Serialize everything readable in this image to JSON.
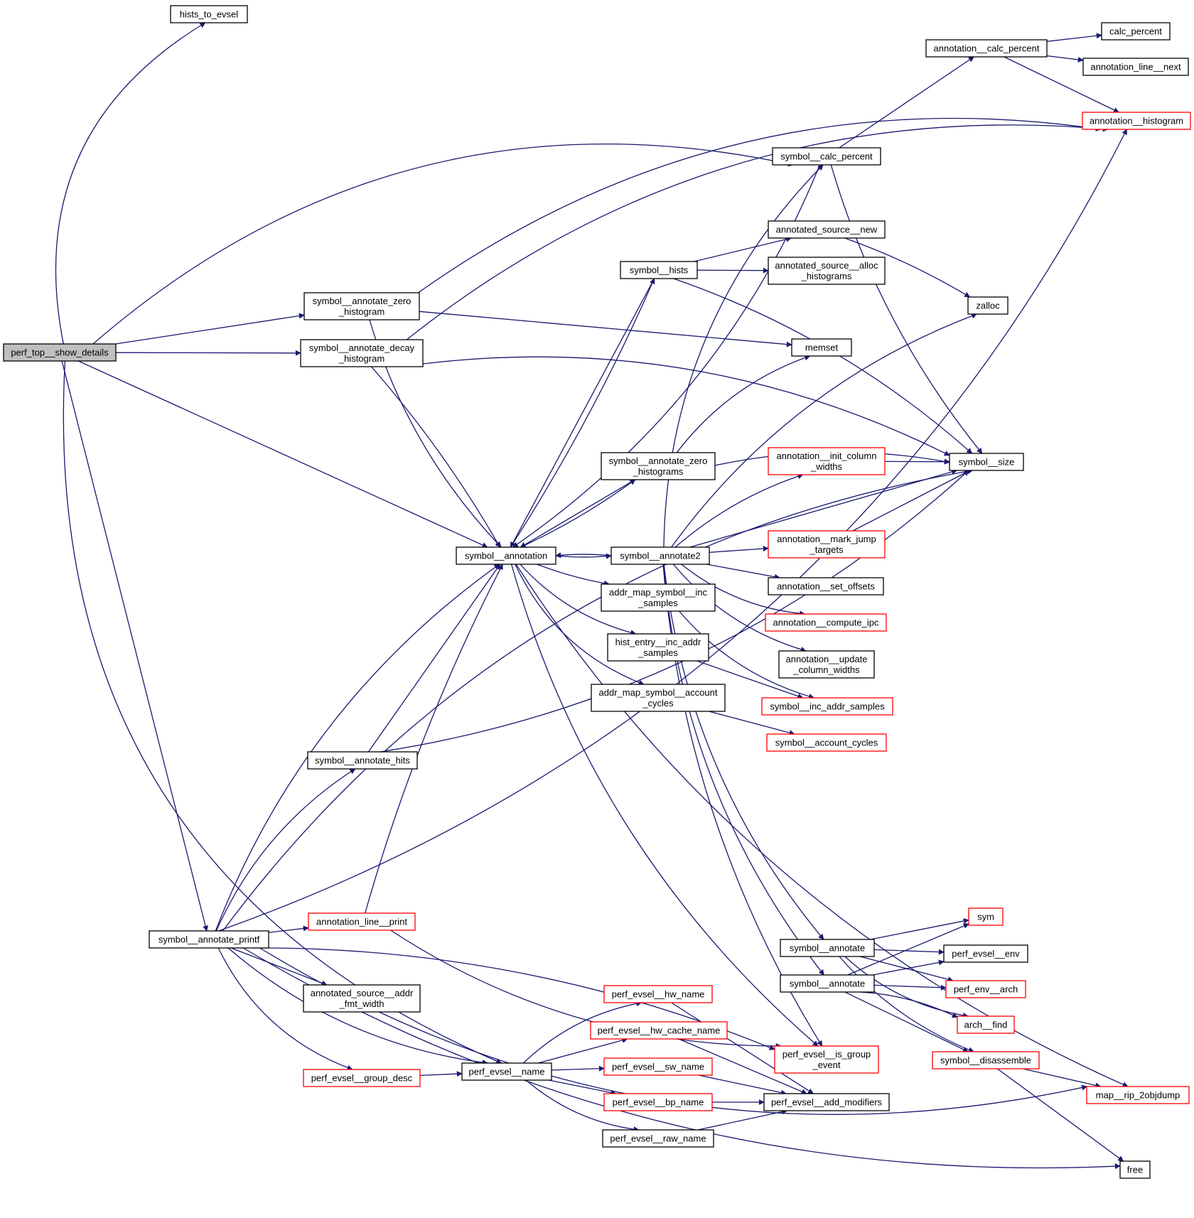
{
  "diagram": {
    "title": "Call graph for perf_top__show_details",
    "colors": {
      "edge": "#191970",
      "node_border": "#000000",
      "truncated_border": "#ff0000",
      "focus_fill": "#bfbfbf",
      "background": "#ffffff"
    },
    "nodes": [
      {
        "id": "perf_top",
        "lines": [
          "perf_top__show_details"
        ],
        "style": "focus"
      },
      {
        "id": "hists_to_evsel",
        "lines": [
          "hists_to_evsel"
        ],
        "style": "normal"
      },
      {
        "id": "sym_ann_zero_hist",
        "lines": [
          "symbol__annotate_zero",
          "_histogram"
        ],
        "style": "normal"
      },
      {
        "id": "sym_ann_decay_hist",
        "lines": [
          "symbol__annotate_decay",
          "_histogram"
        ],
        "style": "normal"
      },
      {
        "id": "symbol_annotation",
        "lines": [
          "symbol__annotation"
        ],
        "style": "normal"
      },
      {
        "id": "symbol_annotate_hits",
        "lines": [
          "symbol__annotate_hits"
        ],
        "style": "normal"
      },
      {
        "id": "symbol_annotate_printf",
        "lines": [
          "symbol__annotate_printf"
        ],
        "style": "normal"
      },
      {
        "id": "annotation_line_print",
        "lines": [
          "annotation_line__print"
        ],
        "style": "truncated"
      },
      {
        "id": "annotated_source_addr",
        "lines": [
          "annotated_source__addr",
          "_fmt_width"
        ],
        "style": "normal"
      },
      {
        "id": "perf_evsel_group_desc",
        "lines": [
          "perf_evsel__group_desc"
        ],
        "style": "truncated"
      },
      {
        "id": "perf_evsel_name",
        "lines": [
          "perf_evsel__name"
        ],
        "style": "normal"
      },
      {
        "id": "symbol_hists",
        "lines": [
          "symbol__hists"
        ],
        "style": "normal"
      },
      {
        "id": "symbol_calc_percent",
        "lines": [
          "symbol__calc_percent"
        ],
        "style": "normal"
      },
      {
        "id": "annotation_calc_percent",
        "lines": [
          "annotation__calc_percent"
        ],
        "style": "normal"
      },
      {
        "id": "calc_percent",
        "lines": [
          "calc_percent"
        ],
        "style": "normal"
      },
      {
        "id": "annotation_line_next",
        "lines": [
          "annotation_line__next"
        ],
        "style": "normal"
      },
      {
        "id": "annotation_histogram",
        "lines": [
          "annotation__histogram"
        ],
        "style": "truncated"
      },
      {
        "id": "annotated_source_new",
        "lines": [
          "annotated_source__new"
        ],
        "style": "normal"
      },
      {
        "id": "annotated_source_alloc",
        "lines": [
          "annotated_source__alloc",
          "_histograms"
        ],
        "style": "normal"
      },
      {
        "id": "zalloc",
        "lines": [
          "zalloc"
        ],
        "style": "normal"
      },
      {
        "id": "memset",
        "lines": [
          "memset"
        ],
        "style": "normal"
      },
      {
        "id": "sym_ann_zero_hists",
        "lines": [
          "symbol__annotate_zero",
          "_histograms"
        ],
        "style": "normal"
      },
      {
        "id": "annotation_init_column",
        "lines": [
          "annotation__init_column",
          "_widths"
        ],
        "style": "truncated"
      },
      {
        "id": "symbol_size",
        "lines": [
          "symbol__size"
        ],
        "style": "normal"
      },
      {
        "id": "symbol_annotate2",
        "lines": [
          "symbol__annotate2"
        ],
        "style": "normal"
      },
      {
        "id": "annotation_mark_jump",
        "lines": [
          "annotation__mark_jump",
          "_targets"
        ],
        "style": "truncated"
      },
      {
        "id": "annotation_set_offsets",
        "lines": [
          "annotation__set_offsets"
        ],
        "style": "normal"
      },
      {
        "id": "annotation_compute_ipc",
        "lines": [
          "annotation__compute_ipc"
        ],
        "style": "truncated"
      },
      {
        "id": "annotation_update_column",
        "lines": [
          "annotation__update",
          "_column_widths"
        ],
        "style": "normal"
      },
      {
        "id": "addr_map_symbol_inc",
        "lines": [
          "addr_map_symbol__inc",
          "_samples"
        ],
        "style": "normal"
      },
      {
        "id": "hist_entry_inc_addr",
        "lines": [
          "hist_entry__inc_addr",
          "_samples"
        ],
        "style": "normal"
      },
      {
        "id": "addr_map_symbol_account",
        "lines": [
          "addr_map_symbol__account",
          "_cycles"
        ],
        "style": "normal"
      },
      {
        "id": "symbol_inc_addr_samples",
        "lines": [
          "symbol__inc_addr_samples"
        ],
        "style": "truncated"
      },
      {
        "id": "symbol_account_cycles",
        "lines": [
          "symbol__account_cycles"
        ],
        "style": "truncated"
      },
      {
        "id": "symbol_annotate_a",
        "lines": [
          "symbol__annotate"
        ],
        "style": "normal"
      },
      {
        "id": "symbol_annotate_b",
        "lines": [
          "symbol__annotate"
        ],
        "style": "normal"
      },
      {
        "id": "sym",
        "lines": [
          "sym"
        ],
        "style": "truncated"
      },
      {
        "id": "perf_evsel_env",
        "lines": [
          "perf_evsel__env"
        ],
        "style": "normal"
      },
      {
        "id": "perf_env_arch",
        "lines": [
          "perf_env__arch"
        ],
        "style": "truncated"
      },
      {
        "id": "arch_find",
        "lines": [
          "arch__find"
        ],
        "style": "truncated"
      },
      {
        "id": "symbol_disassemble",
        "lines": [
          "symbol__disassemble"
        ],
        "style": "truncated"
      },
      {
        "id": "map_rip_2objdump",
        "lines": [
          "map__rip_2objdump"
        ],
        "style": "truncated"
      },
      {
        "id": "free",
        "lines": [
          "free"
        ],
        "style": "normal"
      },
      {
        "id": "perf_evsel_hw_name",
        "lines": [
          "perf_evsel__hw_name"
        ],
        "style": "truncated"
      },
      {
        "id": "perf_evsel_hw_cache_name",
        "lines": [
          "perf_evsel__hw_cache_name"
        ],
        "style": "truncated"
      },
      {
        "id": "perf_evsel_sw_name",
        "lines": [
          "perf_evsel__sw_name"
        ],
        "style": "truncated"
      },
      {
        "id": "perf_evsel_bp_name",
        "lines": [
          "perf_evsel__bp_name"
        ],
        "style": "truncated"
      },
      {
        "id": "perf_evsel_raw_name",
        "lines": [
          "perf_evsel__raw_name"
        ],
        "style": "normal"
      },
      {
        "id": "perf_evsel_is_group",
        "lines": [
          "perf_evsel__is_group",
          "_event"
        ],
        "style": "truncated"
      },
      {
        "id": "perf_evsel_add_modifiers",
        "lines": [
          "perf_evsel__add_modifiers"
        ],
        "style": "normal"
      }
    ],
    "edges": [
      [
        "perf_top",
        "hists_to_evsel"
      ],
      [
        "perf_top",
        "symbol_calc_percent"
      ],
      [
        "perf_top",
        "sym_ann_zero_hist"
      ],
      [
        "perf_top",
        "sym_ann_decay_hist"
      ],
      [
        "perf_top",
        "symbol_annotation"
      ],
      [
        "perf_top",
        "symbol_annotate_printf"
      ],
      [
        "perf_top",
        "perf_evsel_name"
      ],
      [
        "sym_ann_zero_hist",
        "annotation_histogram"
      ],
      [
        "sym_ann_zero_hist",
        "memset"
      ],
      [
        "sym_ann_zero_hist",
        "symbol_annotation"
      ],
      [
        "sym_ann_decay_hist",
        "annotation_histogram"
      ],
      [
        "sym_ann_decay_hist",
        "symbol_size"
      ],
      [
        "sym_ann_decay_hist",
        "symbol_annotation"
      ],
      [
        "symbol_calc_percent",
        "annotation_calc_percent"
      ],
      [
        "symbol_calc_percent",
        "symbol_size"
      ],
      [
        "symbol_calc_percent",
        "symbol_annotation"
      ],
      [
        "annotation_calc_percent",
        "calc_percent"
      ],
      [
        "annotation_calc_percent",
        "annotation_line_next"
      ],
      [
        "annotation_calc_percent",
        "annotation_histogram"
      ],
      [
        "symbol_hists",
        "annotated_source_new"
      ],
      [
        "symbol_hists",
        "annotated_source_alloc"
      ],
      [
        "symbol_hists",
        "symbol_size"
      ],
      [
        "symbol_hists",
        "symbol_annotation"
      ],
      [
        "annotated_source_new",
        "zalloc"
      ],
      [
        "sym_ann_zero_hists",
        "memset"
      ],
      [
        "sym_ann_zero_hists",
        "symbol_size"
      ],
      [
        "sym_ann_zero_hists",
        "symbol_annotation"
      ],
      [
        "annotation_init_column",
        "symbol_size"
      ],
      [
        "annotation_mark_jump",
        "symbol_size"
      ],
      [
        "symbol_annotation",
        "symbol_hists"
      ],
      [
        "symbol_annotation",
        "sym_ann_zero_hists"
      ],
      [
        "symbol_annotation",
        "symbol_annotate2"
      ],
      [
        "symbol_annotation",
        "addr_map_symbol_inc"
      ],
      [
        "symbol_annotation",
        "hist_entry_inc_addr"
      ],
      [
        "symbol_annotation",
        "addr_map_symbol_account"
      ],
      [
        "symbol_annotation",
        "perf_evsel_is_group"
      ],
      [
        "symbol_annotate2",
        "symbol_annotation"
      ],
      [
        "symbol_annotate2",
        "symbol_calc_percent"
      ],
      [
        "symbol_annotate2",
        "zalloc"
      ],
      [
        "symbol_annotate2",
        "annotation_init_column"
      ],
      [
        "symbol_annotate2",
        "symbol_size"
      ],
      [
        "symbol_annotate2",
        "annotation_mark_jump"
      ],
      [
        "symbol_annotate2",
        "annotation_set_offsets"
      ],
      [
        "symbol_annotate2",
        "annotation_compute_ipc"
      ],
      [
        "symbol_annotate2",
        "annotation_update_column"
      ],
      [
        "symbol_annotate2",
        "symbol_annotate_a"
      ],
      [
        "symbol_annotate2",
        "symbol_annotate_b"
      ],
      [
        "symbol_annotate2",
        "perf_evsel_is_group"
      ],
      [
        "addr_map_symbol_inc",
        "symbol_inc_addr_samples"
      ],
      [
        "hist_entry_inc_addr",
        "symbol_inc_addr_samples"
      ],
      [
        "addr_map_symbol_account",
        "symbol_account_cycles"
      ],
      [
        "symbol_annotate_hits",
        "symbol_annotation"
      ],
      [
        "symbol_annotate_hits",
        "symbol_size"
      ],
      [
        "symbol_annotate_printf",
        "symbol_annotation"
      ],
      [
        "symbol_annotate_printf",
        "symbol_annotate_hits"
      ],
      [
        "symbol_annotate_printf",
        "symbol_size"
      ],
      [
        "symbol_annotate_printf",
        "annotation_histogram"
      ],
      [
        "symbol_annotate_printf",
        "annotation_line_print"
      ],
      [
        "symbol_annotate_printf",
        "perf_evsel_is_group"
      ],
      [
        "symbol_annotate_printf",
        "annotated_source_addr"
      ],
      [
        "symbol_annotate_printf",
        "perf_evsel_group_desc"
      ],
      [
        "symbol_annotate_printf",
        "perf_evsel_name"
      ],
      [
        "symbol_annotate_printf",
        "map_rip_2objdump"
      ],
      [
        "symbol_annotate_printf",
        "free"
      ],
      [
        "annotation_line_print",
        "symbol_annotation"
      ],
      [
        "annotation_line_print",
        "perf_evsel_is_group"
      ],
      [
        "perf_evsel_group_desc",
        "perf_evsel_name"
      ],
      [
        "perf_evsel_name",
        "perf_evsel_hw_name"
      ],
      [
        "perf_evsel_name",
        "perf_evsel_hw_cache_name"
      ],
      [
        "perf_evsel_name",
        "perf_evsel_sw_name"
      ],
      [
        "perf_evsel_name",
        "perf_evsel_bp_name"
      ],
      [
        "perf_evsel_name",
        "perf_evsel_raw_name"
      ],
      [
        "perf_evsel_hw_name",
        "perf_evsel_add_modifiers"
      ],
      [
        "perf_evsel_hw_cache_name",
        "perf_evsel_add_modifiers"
      ],
      [
        "perf_evsel_sw_name",
        "perf_evsel_add_modifiers"
      ],
      [
        "perf_evsel_bp_name",
        "perf_evsel_add_modifiers"
      ],
      [
        "perf_evsel_raw_name",
        "perf_evsel_add_modifiers"
      ],
      [
        "symbol_annotate_a",
        "sym"
      ],
      [
        "symbol_annotate_a",
        "perf_evsel_env"
      ],
      [
        "symbol_annotate_a",
        "perf_env_arch"
      ],
      [
        "symbol_annotate_a",
        "arch_find"
      ],
      [
        "symbol_annotate_a",
        "symbol_disassemble"
      ],
      [
        "symbol_annotate_b",
        "sym"
      ],
      [
        "symbol_annotate_b",
        "perf_evsel_env"
      ],
      [
        "symbol_annotate_b",
        "perf_env_arch"
      ],
      [
        "symbol_annotate_b",
        "arch_find"
      ],
      [
        "symbol_annotate_b",
        "symbol_disassemble"
      ],
      [
        "symbol_disassemble",
        "map_rip_2objdump"
      ],
      [
        "symbol_disassemble",
        "free"
      ],
      [
        "symbol_annotation",
        "map_rip_2objdump"
      ]
    ]
  }
}
